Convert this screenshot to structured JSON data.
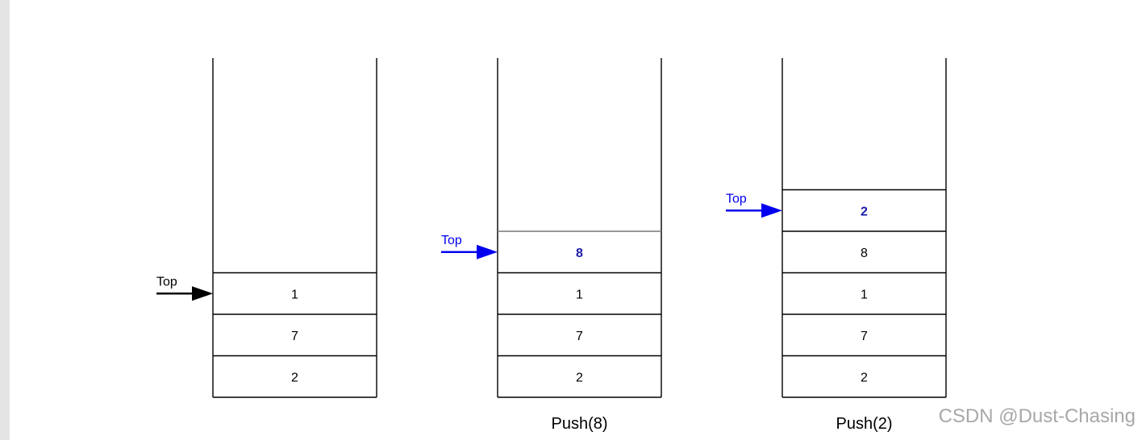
{
  "stacks": [
    {
      "id": "initial",
      "items": [
        "1",
        "7",
        "2"
      ],
      "pushed_value": null,
      "caption": "",
      "pointer_label": "Top",
      "pointer_color": "#000000"
    },
    {
      "id": "push-8",
      "items": [
        "8",
        "1",
        "7",
        "2"
      ],
      "pushed_value": "8",
      "caption": "Push(8)",
      "pointer_label": "Top",
      "pointer_color": "#0000ee"
    },
    {
      "id": "push-2",
      "items": [
        "2",
        "8",
        "1",
        "7",
        "2"
      ],
      "pushed_value": "2",
      "caption": "Push(2)",
      "pointer_label": "Top",
      "pointer_color": "#0000ee"
    }
  ],
  "colors": {
    "highlight_text": "#1a1aa8",
    "normal_text": "#000000",
    "caption_text": "#000000",
    "watermark": "#a8a8a8"
  },
  "watermark": "CSDN @Dust-Chasing"
}
